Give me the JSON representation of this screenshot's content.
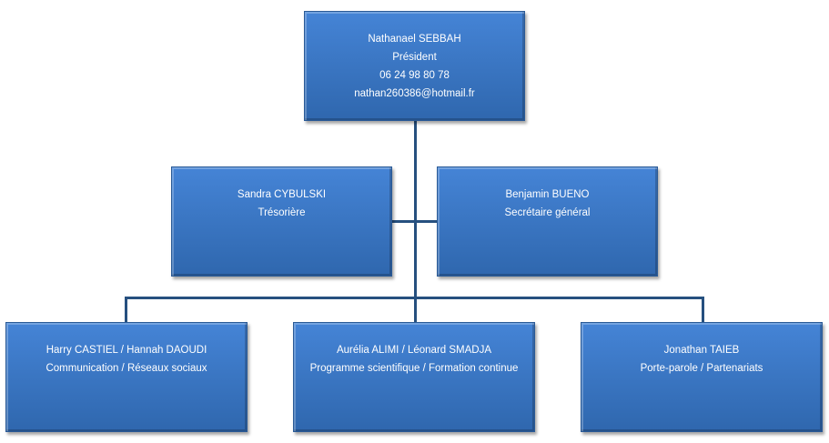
{
  "president": {
    "name": "Nathanael SEBBAH",
    "role": "Président",
    "phone": "06 24 98 80 78",
    "email": "nathan260386@hotmail.fr"
  },
  "level2": [
    {
      "name": "Sandra CYBULSKI",
      "role": "Trésorière"
    },
    {
      "name": "Benjamin BUENO",
      "role": "Secrétaire général"
    }
  ],
  "level3": [
    {
      "name": "Harry CASTIEL  / Hannah DAOUDI",
      "role": "Communication / Réseaux sociaux"
    },
    {
      "name": "Aurélia ALIMI / Léonard SMADJA",
      "role": "Programme scientifique / Formation continue"
    },
    {
      "name": "Jonathan TAIEB",
      "role": "Porte-parole / Partenariats"
    }
  ]
}
